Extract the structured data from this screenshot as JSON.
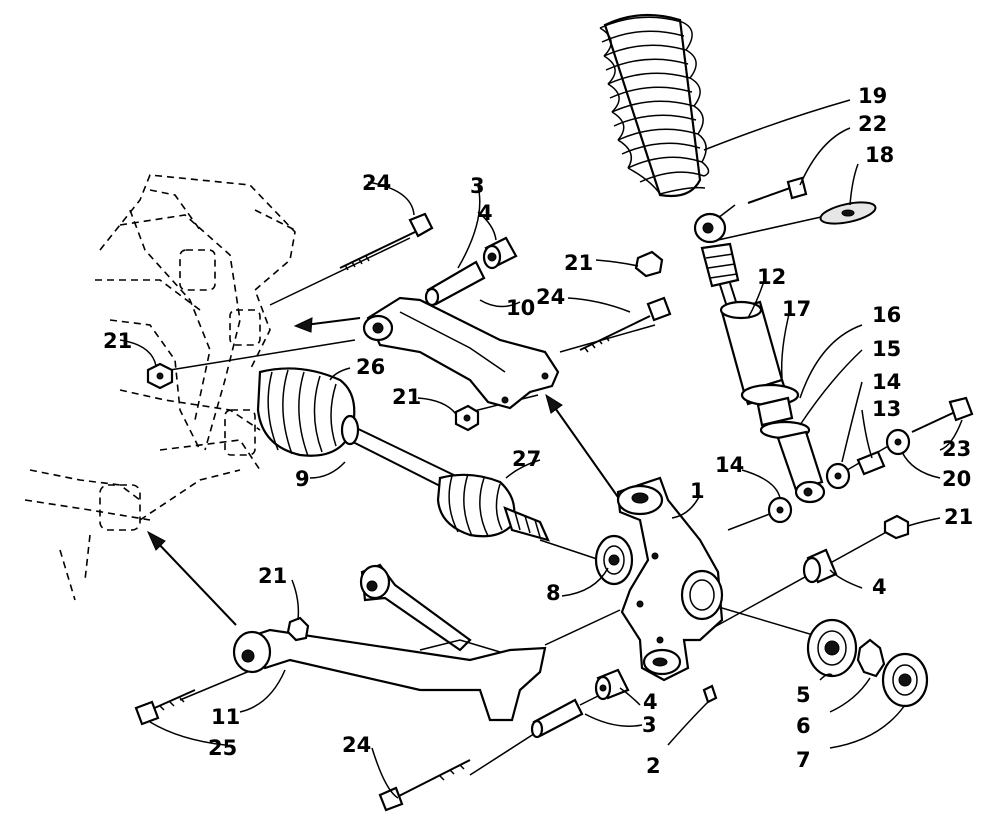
{
  "callouts": {
    "c1": "1",
    "c2": "2",
    "c3a": "3",
    "c3b": "3",
    "c4a": "4",
    "c4b": "4",
    "c4c": "4",
    "c5": "5",
    "c6": "6",
    "c7": "7",
    "c8": "8",
    "c9": "9",
    "c10": "10",
    "c11": "11",
    "c12": "12",
    "c13": "13",
    "c14a": "14",
    "c14b": "14",
    "c15": "15",
    "c16": "16",
    "c17": "17",
    "c18": "18",
    "c19": "19",
    "c20": "20",
    "c21a": "21",
    "c21b": "21",
    "c21c": "21",
    "c21d": "21",
    "c21e": "21",
    "c22": "22",
    "c23": "23",
    "c24a": "24",
    "c24b": "24",
    "c24c": "24",
    "c25": "25",
    "c26": "26",
    "c27": "27"
  }
}
